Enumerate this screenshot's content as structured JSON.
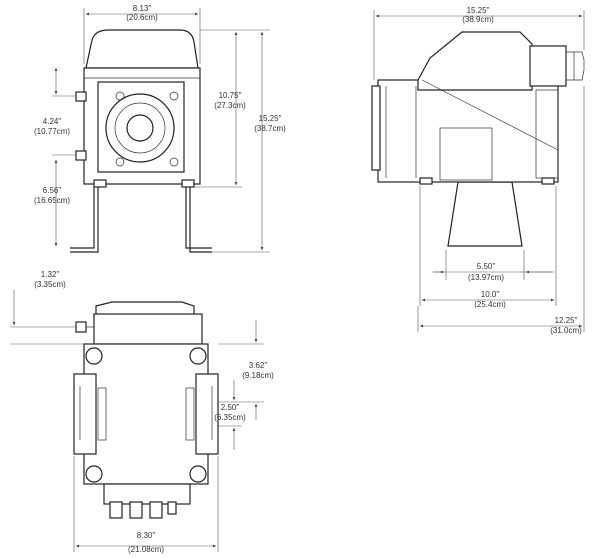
{
  "front_view": {
    "width": {
      "in": "8.13\"",
      "cm": "(20.6cm)"
    },
    "outlet_height": {
      "in": "4.24\"",
      "cm": "(10.77cm)"
    },
    "inlet_height": {
      "in": "6.56\"",
      "cm": "(16.65cm)"
    },
    "body_height": {
      "in": "10.75\"",
      "cm": "(27.3cm)"
    },
    "total_height": {
      "in": "15.25\"",
      "cm": "(38.7cm)"
    }
  },
  "side_view": {
    "total_length": {
      "in": "15.25\"",
      "cm": "(38.9cm)"
    },
    "stand_top": {
      "in": "5.50\"",
      "cm": "(13.97cm)"
    },
    "stand_base": {
      "in": "10.0\"",
      "cm": "(25.4cm)"
    },
    "overall": {
      "in": "12.25\"",
      "cm": "(31.0cm)"
    }
  },
  "top_view": {
    "fitting_offset": {
      "in": "1.32\"",
      "cm": "(3.35cm)"
    },
    "bracket_span": {
      "in": "3.62\"",
      "cm": "(9.18cm)"
    },
    "slot_spacing": {
      "in": "2.50\"",
      "cm": "(6.35cm)"
    },
    "bracket_width": {
      "in": "8.30\"",
      "cm": "(21.08cm)"
    }
  }
}
